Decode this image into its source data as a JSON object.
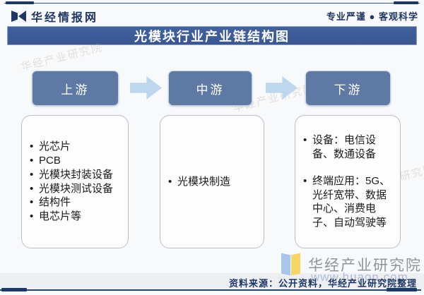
{
  "header": {
    "site_name": "华经情报网",
    "slogan": "专业严谨 ● 客观科学"
  },
  "title": "光模块行业产业链结构图",
  "chain": {
    "stages": [
      {
        "label": "上游",
        "items": [
          "光芯片",
          "PCB",
          "光模块封装设备",
          "光模块测试设备",
          "结构件",
          "电芯片等"
        ]
      },
      {
        "label": "中游",
        "items": [
          "光模块制造"
        ]
      },
      {
        "label": "下游",
        "items": [
          "设备：电信设备、数通设备",
          "终端应用：5G、光纤宽带、数据中心、消费电子、自动驾驶等"
        ]
      }
    ]
  },
  "footer": {
    "brand_name": "华经产业研究院",
    "watermark_url": "www.huaon.com",
    "source_note": "资料来源：公开资料，华经产业研究院整理"
  },
  "watermark_text": "华经产业研究院",
  "colors": {
    "banner_blue": "#3c5c9b",
    "stage_blue": "#5e79a4",
    "arrow_blue": "#bdd7ee",
    "navy_text": "#1e3765",
    "box_border_gray": "#b9bfc7",
    "brand_gray": "#8e949c",
    "book_icon_blue": "#a9c6ea",
    "book_icon_yellow": "#f6d666"
  }
}
